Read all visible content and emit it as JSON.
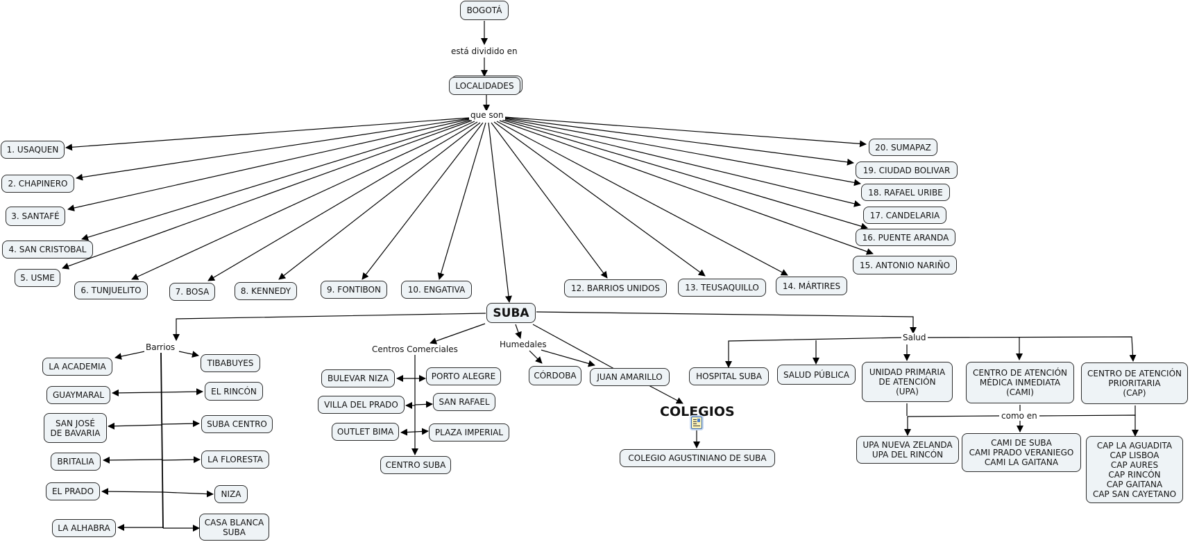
{
  "root": {
    "label": "BOGOTÁ"
  },
  "link_divided": "está dividido en",
  "localidades": {
    "label": "LOCALIDADES"
  },
  "link_que_son": "que son",
  "localities": [
    "1. USAQUEN",
    "2. CHAPINERO",
    "3. SANTAFÉ",
    "4. SAN CRISTOBAL",
    "5. USME",
    "6. TUNJUELITO",
    "7. BOSA",
    "8. KENNEDY",
    "9. FONTIBON",
    "10. ENGATIVA",
    "SUBA",
    "12. BARRIOS UNIDOS",
    "13. TEUSAQUILLO",
    "14. MÁRTIRES",
    "15. ANTONIO NARIÑO",
    "16. PUENTE ARANDA",
    "17. CANDELARIA",
    "18. RAFAEL URIBE",
    "19. CIUDAD BOLIVAR",
    "20. SUMAPAZ"
  ],
  "suba": {
    "barrios": {
      "label": "Barrios",
      "left": [
        "LA ACADEMIA",
        "GUAYMARAL",
        "SAN JOSÉ\nDE BAVARIA",
        "BRITALIA",
        "EL PRADO",
        "LA ALHABRA"
      ],
      "right": [
        "TIBABUYES",
        "EL RINCÓN",
        "SUBA CENTRO",
        "LA FLORESTA",
        "NIZA",
        "CASA BLANCA\nSUBA"
      ]
    },
    "centros": {
      "label": "Centros Comerciales",
      "left": [
        "BULEVAR NIZA",
        "VILLA DEL PRADO",
        "OUTLET BIMA"
      ],
      "right": [
        "PORTO ALEGRE",
        "SAN RAFAEL",
        "PLAZA IMPERIAL"
      ],
      "bottom": "CENTRO SUBA"
    },
    "humedales": {
      "label": "Humedales",
      "items": [
        "CÓRDOBA",
        "JUAN AMARILLO"
      ]
    },
    "colegios": {
      "label": "COLEGIOS",
      "items": [
        "COLEGIO AGUSTINIANO DE SUBA"
      ]
    },
    "salud": {
      "label": "Salud",
      "items": [
        "HOSPITAL SUBA",
        "SALUD PÚBLICA",
        "UNIDAD PRIMARIA\nDE ATENCIÓN\n(UPA)",
        "CENTRO DE ATENCIÓN\nMÉDICA INMEDIATA\n(CAMI)",
        "CENTRO DE ATENCIÓN\nPRIORITARIA\n(CAP)"
      ],
      "link_como_en": "como en",
      "examples": [
        "UPA NUEVA ZELANDA\nUPA DEL RINCÓN",
        "CAMI DE SUBA\nCAMI PRADO VERANIEGO\nCAMI LA GAITANA",
        "CAP LA AGUADITA\nCAP LISBOA\nCAP AURES\nCAP RINCÓN\nCAP GAITANA\nCAP SAN CAYETANO"
      ]
    }
  }
}
